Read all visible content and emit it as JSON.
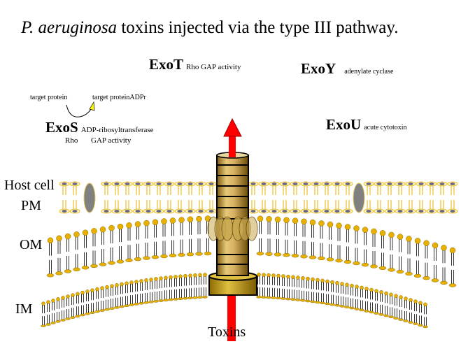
{
  "title": {
    "species": "P. aeruginosa",
    "rest": " toxins injected via the type III pathway."
  },
  "toxins": {
    "exot": {
      "name": "ExoT",
      "activity": "Rho  GAP activity"
    },
    "exoy": {
      "name": "ExoY",
      "activity": "adenylate cyclase"
    },
    "exos": {
      "name": "ExoS",
      "activity": "ADP-ribosyltransferase",
      "activity2_a": "Rho",
      "activity2_b": "GAP activity"
    },
    "exou": {
      "name": "ExoU",
      "activity": "acute cytotoxin"
    }
  },
  "reaction": {
    "substrate": "target protein",
    "product": "target proteinADPr"
  },
  "labels": {
    "host_cell": "Host cell",
    "pm": "PM",
    "om": "OM",
    "im": "IM",
    "toxins": "Toxins"
  },
  "colors": {
    "arrow": "#ff0000",
    "lipid_head": "#e8b000",
    "needle": "#c8a040",
    "membrane_protein": "#808080"
  }
}
